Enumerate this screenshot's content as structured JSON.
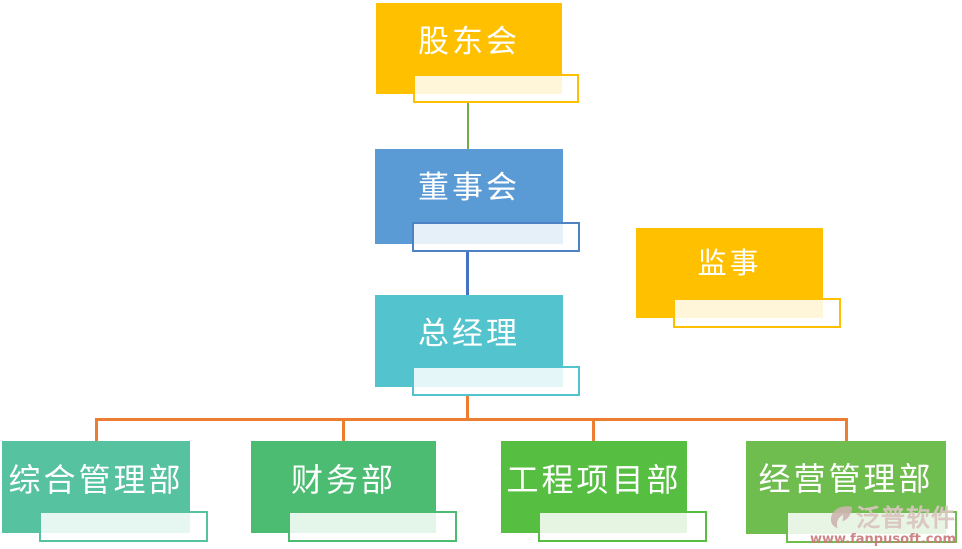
{
  "diagram": {
    "type": "org-chart",
    "nodes": [
      {
        "id": "shareholders",
        "label": "股东会",
        "color": "#FFC000",
        "level": 1
      },
      {
        "id": "board",
        "label": "董事会",
        "color": "#5B9BD5",
        "level": 2
      },
      {
        "id": "general-manager",
        "label": "总经理",
        "color": "#53C3CD",
        "level": 3
      },
      {
        "id": "supervisor",
        "label": "监事",
        "color": "#FFC000",
        "level": 2
      },
      {
        "id": "dept-general-admin",
        "label": "综合管理部",
        "color": "#57C2A0",
        "level": 4
      },
      {
        "id": "dept-finance",
        "label": "财务部",
        "color": "#4CBC72",
        "level": 4
      },
      {
        "id": "dept-eng-projects",
        "label": "工程项目部",
        "color": "#56BE41",
        "level": 4
      },
      {
        "id": "dept-biz-admin",
        "label": "经营管理部",
        "color": "#6FBD4E",
        "level": 4
      }
    ],
    "edges": [
      {
        "from": "shareholders",
        "to": "board",
        "color": "#70AD47"
      },
      {
        "from": "board",
        "to": "general-manager",
        "color": "#4472C4"
      },
      {
        "from": "general-manager",
        "to": "dept-general-admin",
        "color": "#ED7D31"
      },
      {
        "from": "general-manager",
        "to": "dept-finance",
        "color": "#ED7D31"
      },
      {
        "from": "general-manager",
        "to": "dept-eng-projects",
        "color": "#ED7D31"
      },
      {
        "from": "general-manager",
        "to": "dept-biz-admin",
        "color": "#ED7D31"
      }
    ]
  },
  "watermark": {
    "brand": "泛普软件",
    "url": "www.fanpusoft.com",
    "icon": "fanpu-logo-icon",
    "brand_color": "#D8C4BE",
    "url_color": "#C97A7A"
  }
}
